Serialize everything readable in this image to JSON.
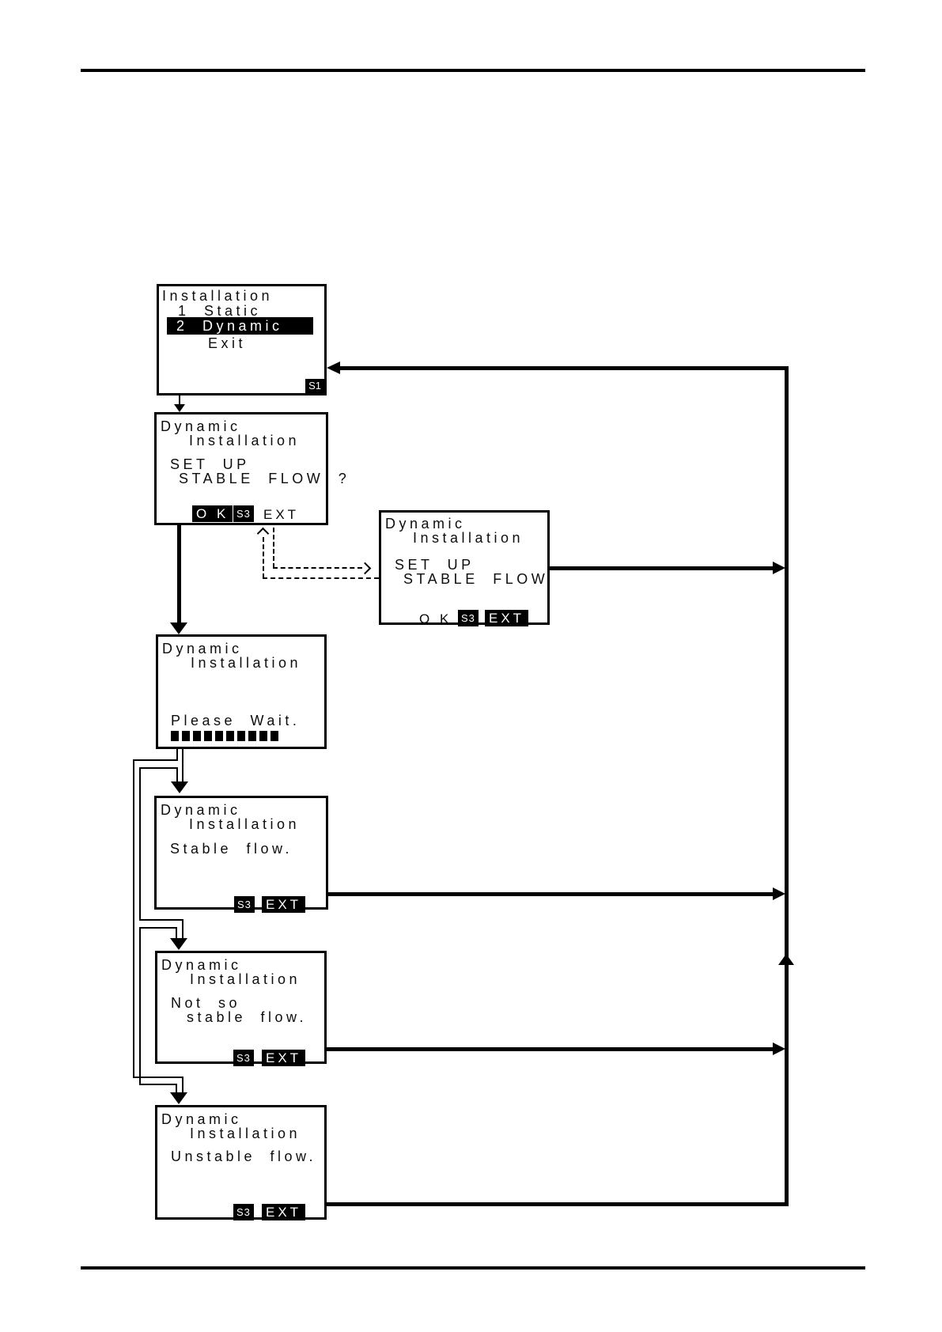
{
  "colors": {
    "ink": "#000000",
    "paper": "#ffffff"
  },
  "screens": {
    "menu": {
      "title": "Installation",
      "item_static": "1 Static",
      "item_dynamic": "2 Dynamic",
      "item_exit": "Exit",
      "badge": "S1"
    },
    "setup_prompt": {
      "title": "Dynamic",
      "subtitle": "Installation",
      "line1": "SET UP",
      "line2": "STABLE FLOW ?",
      "key_ok": "O K",
      "key_s3": "S3",
      "key_ext": "EXT"
    },
    "setup_confirm": {
      "title": "Dynamic",
      "subtitle": "Installation",
      "line1": "SET UP",
      "line2": "STABLE FLOW",
      "key_ok": "O K",
      "key_s3": "S3",
      "key_ext": "EXT"
    },
    "wait": {
      "title": "Dynamic",
      "subtitle": "Installation",
      "message": "Please Wait.",
      "progress_blocks": 10
    },
    "stable": {
      "title": "Dynamic",
      "subtitle": "Installation",
      "message": "Stable flow.",
      "key_s3": "S3",
      "key_ext": "EXT"
    },
    "not_so_stable": {
      "title": "Dynamic",
      "subtitle": "Installation",
      "message_line1": "Not so",
      "message_line2": "stable flow.",
      "key_s3": "S3",
      "key_ext": "EXT"
    },
    "unstable": {
      "title": "Dynamic",
      "subtitle": "Installation",
      "message": "Unstable flow.",
      "key_s3": "S3",
      "key_ext": "EXT"
    }
  }
}
